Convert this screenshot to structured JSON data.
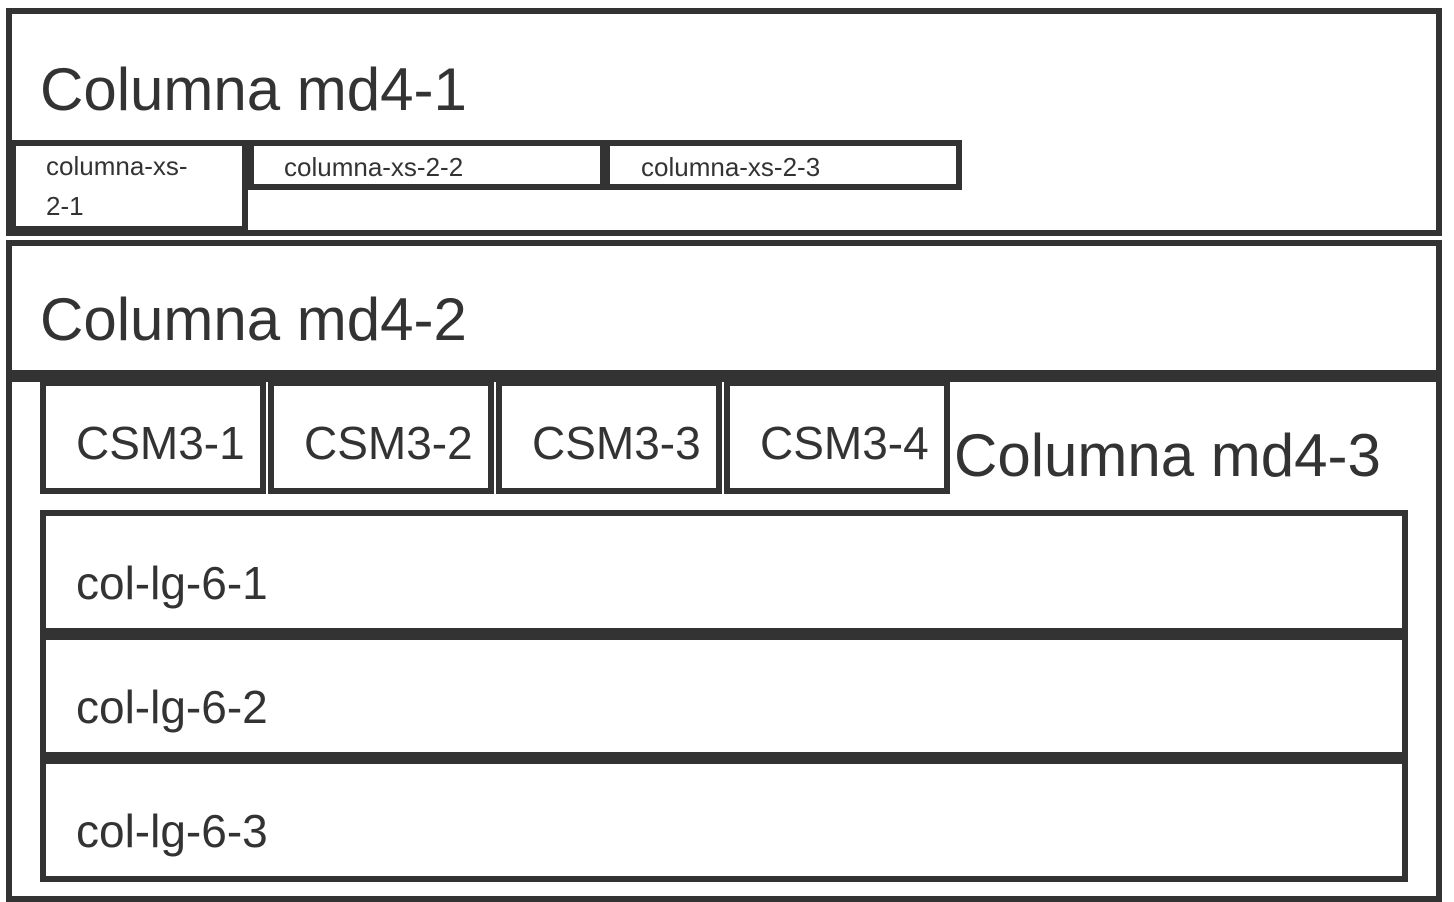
{
  "md4_1": {
    "title": "Columna md4-1",
    "xs_columns": [
      "columna-xs-2-1",
      "columna-xs-2-2",
      "columna-xs-2-3"
    ]
  },
  "md4_2": {
    "title": "Columna md4-2"
  },
  "md4_3": {
    "title": "Columna md4-3",
    "csm_columns": [
      "CSM3-1",
      "CSM3-2",
      "CSM3-3",
      "CSM3-4"
    ],
    "lg_columns": [
      "col-lg-6-1",
      "col-lg-6-2",
      "col-lg-6-3"
    ]
  },
  "colors": {
    "border": "#333333",
    "text": "#333333",
    "background": "#ffffff"
  }
}
